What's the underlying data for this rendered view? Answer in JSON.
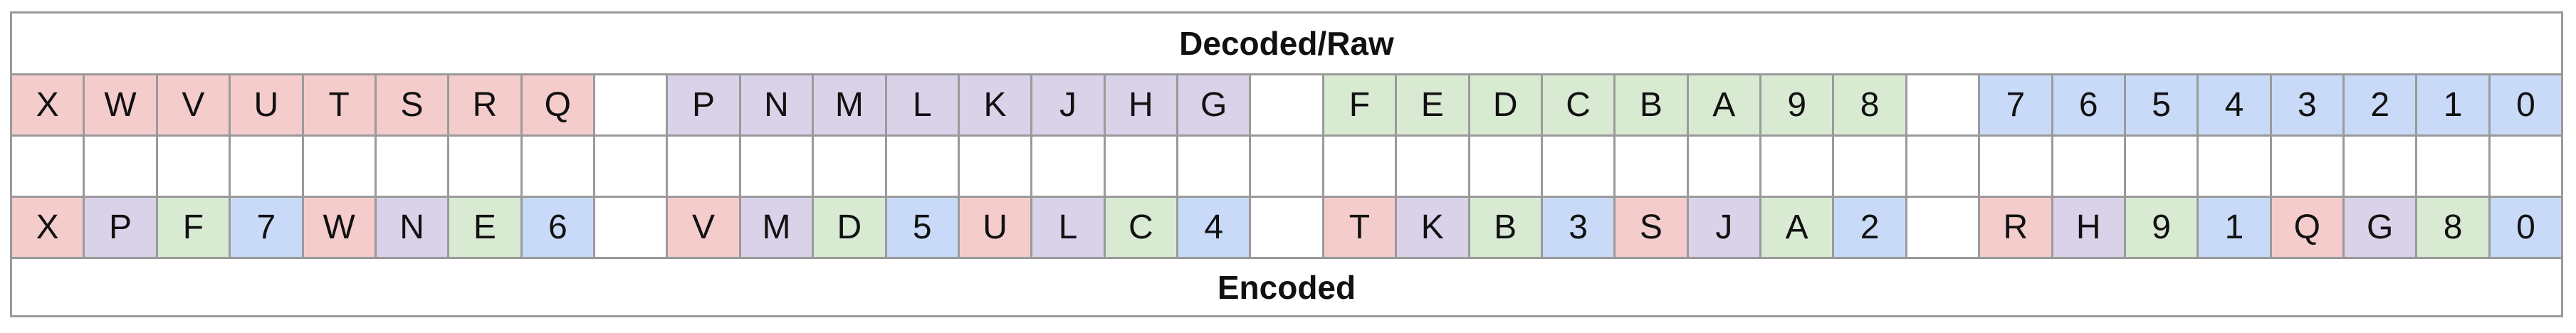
{
  "diagram": {
    "top_title": "Decoded/Raw",
    "bottom_title": "Encoded"
  },
  "colors": {
    "red": "#f4cccc",
    "purple": "#d9d2e9",
    "green": "#d9ead3",
    "blue": "#c9daf8",
    "border": "#9a9a9a"
  },
  "rows": {
    "raw": [
      {
        "label": "X",
        "color": "red"
      },
      {
        "label": "W",
        "color": "red"
      },
      {
        "label": "V",
        "color": "red"
      },
      {
        "label": "U",
        "color": "red"
      },
      {
        "label": "T",
        "color": "red"
      },
      {
        "label": "S",
        "color": "red"
      },
      {
        "label": "R",
        "color": "red"
      },
      {
        "label": "Q",
        "color": "red"
      },
      {
        "label": "",
        "color": "white"
      },
      {
        "label": "P",
        "color": "purple"
      },
      {
        "label": "N",
        "color": "purple"
      },
      {
        "label": "M",
        "color": "purple"
      },
      {
        "label": "L",
        "color": "purple"
      },
      {
        "label": "K",
        "color": "purple"
      },
      {
        "label": "J",
        "color": "purple"
      },
      {
        "label": "H",
        "color": "purple"
      },
      {
        "label": "G",
        "color": "purple"
      },
      {
        "label": "",
        "color": "white"
      },
      {
        "label": "F",
        "color": "green"
      },
      {
        "label": "E",
        "color": "green"
      },
      {
        "label": "D",
        "color": "green"
      },
      {
        "label": "C",
        "color": "green"
      },
      {
        "label": "B",
        "color": "green"
      },
      {
        "label": "A",
        "color": "green"
      },
      {
        "label": "9",
        "color": "green"
      },
      {
        "label": "8",
        "color": "green"
      },
      {
        "label": "",
        "color": "white"
      },
      {
        "label": "7",
        "color": "blue"
      },
      {
        "label": "6",
        "color": "blue"
      },
      {
        "label": "5",
        "color": "blue"
      },
      {
        "label": "4",
        "color": "blue"
      },
      {
        "label": "3",
        "color": "blue"
      },
      {
        "label": "2",
        "color": "blue"
      },
      {
        "label": "1",
        "color": "blue"
      },
      {
        "label": "0",
        "color": "blue"
      }
    ],
    "encoded": [
      {
        "label": "X",
        "color": "red"
      },
      {
        "label": "P",
        "color": "purple"
      },
      {
        "label": "F",
        "color": "green"
      },
      {
        "label": "7",
        "color": "blue"
      },
      {
        "label": "W",
        "color": "red"
      },
      {
        "label": "N",
        "color": "purple"
      },
      {
        "label": "E",
        "color": "green"
      },
      {
        "label": "6",
        "color": "blue"
      },
      {
        "label": "",
        "color": "white"
      },
      {
        "label": "V",
        "color": "red"
      },
      {
        "label": "M",
        "color": "purple"
      },
      {
        "label": "D",
        "color": "green"
      },
      {
        "label": "5",
        "color": "blue"
      },
      {
        "label": "U",
        "color": "red"
      },
      {
        "label": "L",
        "color": "purple"
      },
      {
        "label": "C",
        "color": "green"
      },
      {
        "label": "4",
        "color": "blue"
      },
      {
        "label": "",
        "color": "white"
      },
      {
        "label": "T",
        "color": "red"
      },
      {
        "label": "K",
        "color": "purple"
      },
      {
        "label": "B",
        "color": "green"
      },
      {
        "label": "3",
        "color": "blue"
      },
      {
        "label": "S",
        "color": "red"
      },
      {
        "label": "J",
        "color": "purple"
      },
      {
        "label": "A",
        "color": "green"
      },
      {
        "label": "2",
        "color": "blue"
      },
      {
        "label": "",
        "color": "white"
      },
      {
        "label": "R",
        "color": "red"
      },
      {
        "label": "H",
        "color": "purple"
      },
      {
        "label": "9",
        "color": "green"
      },
      {
        "label": "1",
        "color": "blue"
      },
      {
        "label": "Q",
        "color": "red"
      },
      {
        "label": "G",
        "color": "purple"
      },
      {
        "label": "8",
        "color": "green"
      },
      {
        "label": "0",
        "color": "blue"
      }
    ]
  }
}
